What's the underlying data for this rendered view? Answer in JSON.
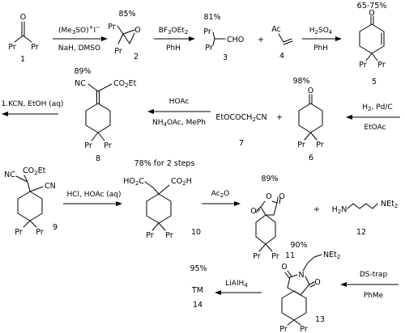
{
  "compounds": [
    {
      "id": "c1",
      "number": "1",
      "atoms": {
        "o": "O",
        "pr_l": "Pr",
        "pr_r": "Pr"
      }
    },
    {
      "id": "c2",
      "number": "2",
      "atoms": {
        "o": "O",
        "pr_a": "Pr",
        "pr_b": "Pr"
      }
    },
    {
      "id": "c3",
      "number": "3",
      "atoms": {
        "pr_a": "Pr",
        "pr_b": "Pr",
        "cho": "CHO"
      }
    },
    {
      "id": "c4",
      "number": "4",
      "atoms": {
        "ac": "Ac"
      }
    },
    {
      "id": "c5",
      "number": "5",
      "atoms": {
        "o": "O",
        "pr_a": "Pr",
        "pr_b": "Pr"
      }
    },
    {
      "id": "c6",
      "number": "6",
      "atoms": {
        "o": "O",
        "pr_a": "Pr",
        "pr_b": "Pr"
      }
    },
    {
      "id": "c7",
      "number": "7",
      "atoms": {
        "formula": "EtOCOCH2CN"
      }
    },
    {
      "id": "c8",
      "number": "8",
      "atoms": {
        "nc": "NC",
        "co2et": "CO2Et",
        "pr_a": "Pr",
        "pr_b": "Pr"
      }
    },
    {
      "id": "c9",
      "number": "9",
      "atoms": {
        "nc": "NC",
        "co2et": "CO2Et",
        "cn": "CN",
        "pr_a": "Pr",
        "pr_b": "Pr"
      }
    },
    {
      "id": "c10",
      "number": "10",
      "atoms": {
        "ho2c": "HO2C",
        "co2h": "CO2H",
        "pr_a": "Pr",
        "pr_b": "Pr"
      }
    },
    {
      "id": "c11",
      "number": "11",
      "atoms": {
        "o_ring": "O",
        "o_a": "O",
        "o_b": "O",
        "pr_a": "Pr",
        "pr_b": "Pr"
      }
    },
    {
      "id": "c12",
      "number": "12",
      "atoms": {
        "h2n": "H2N",
        "net2": "NEt2"
      }
    },
    {
      "id": "c13",
      "number": "13",
      "atoms": {
        "o_a": "O",
        "o_b": "O",
        "n": "N",
        "net2": "NEt2",
        "pr_a": "Pr",
        "pr_b": "Pr"
      }
    },
    {
      "id": "c14",
      "number": "14",
      "atoms": {
        "tm": "TM"
      }
    }
  ],
  "reactions": [
    {
      "id": "r1",
      "above": "(Me3SO)+I−",
      "below": "NaH, DMSO",
      "yield": "85%"
    },
    {
      "id": "r2",
      "above": "BF3OEt2",
      "below": "PhH",
      "yield": "81%"
    },
    {
      "id": "r3",
      "above": "H2SO4",
      "below": "PhH",
      "yield": "65-75%"
    },
    {
      "id": "r4",
      "above": "H2, Pd/C",
      "below": "EtOAc",
      "yield": "98%"
    },
    {
      "id": "r5",
      "above": "HOAc",
      "below": "NH4OAc, MePh",
      "yield": "89%"
    },
    {
      "id": "r6",
      "above": "1.KCN, EtOH (aq)",
      "below": ""
    },
    {
      "id": "r7",
      "above": "HCl, HOAc (aq)",
      "below": "",
      "yield": "78% for 2 steps"
    },
    {
      "id": "r8",
      "above": "Ac2O",
      "below": "",
      "yield": "89%"
    },
    {
      "id": "r9",
      "above": "DS-trap",
      "below": "PhMe",
      "yield": "90%"
    },
    {
      "id": "r10",
      "above": "LiAlH4",
      "below": "",
      "yield": "95%"
    }
  ],
  "plus_signs": [
    "+",
    "+",
    "+"
  ]
}
